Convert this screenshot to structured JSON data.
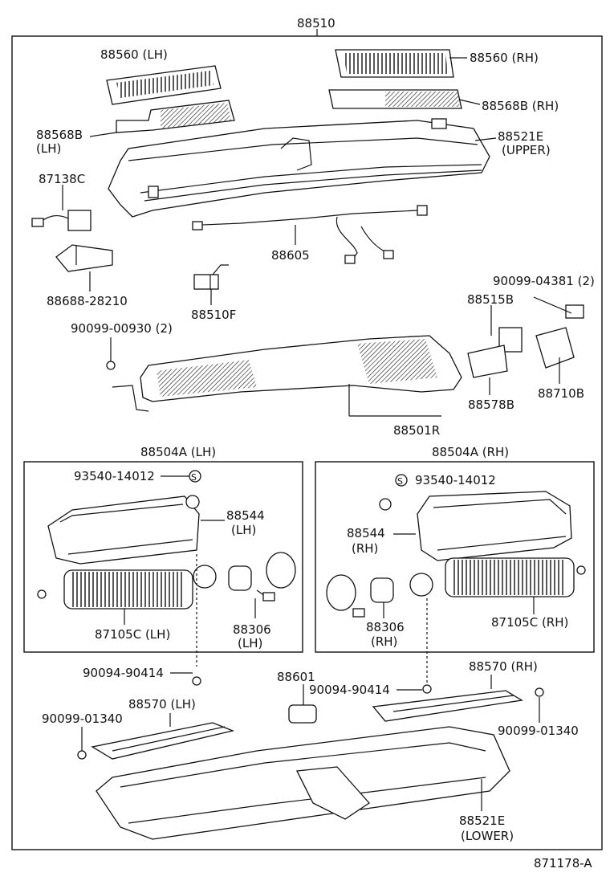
{
  "labels": {
    "assembly": "88510",
    "filter_lh": "88560 (LH)",
    "filter_rh": "88560 (RH)",
    "seal_rh": "88568B (RH)",
    "seal_lh_a": "88568B",
    "seal_lh_b": "(LH)",
    "case_upper_a": "88521E",
    "case_upper_b": "(UPPER)",
    "sensor": "87138C",
    "wire": "88605",
    "bracket": "88688-28210",
    "connector": "88510F",
    "screw_top_left": "90099-00930 (2)",
    "screw_top_right": "90099-04381 (2)",
    "pipe_clamp": "88515B",
    "evaporator": "88501R",
    "plate": "88578B",
    "expansion_valve": "88710B",
    "blower_lh": "88504A (LH)",
    "blower_rh": "88504A (RH)",
    "screw_s_lh": "93540-14012",
    "screw_s_rh": "93540-14012",
    "case_lh_a": "88544",
    "case_lh_b": "(LH)",
    "case_rh_a": "88544",
    "case_rh_b": "(RH)",
    "fan_lh": "87105C (LH)",
    "fan_rh": "87105C (RH)",
    "motor_lh_a": "88306",
    "motor_lh_b": "(LH)",
    "motor_rh_a": "88306",
    "motor_rh_b": "(RH)",
    "screw_mid_lh": "90094-90414",
    "screw_mid_rh": "90094-90414",
    "resistor": "88601",
    "duct_lh": "88570 (LH)",
    "duct_rh": "88570 (RH)",
    "clip_lh": "90099-01340",
    "clip_rh": "90099-01340",
    "case_lower_a": "88521E",
    "case_lower_b": "(LOWER)",
    "figure_code": "871178-A",
    "s_mark": "S"
  }
}
